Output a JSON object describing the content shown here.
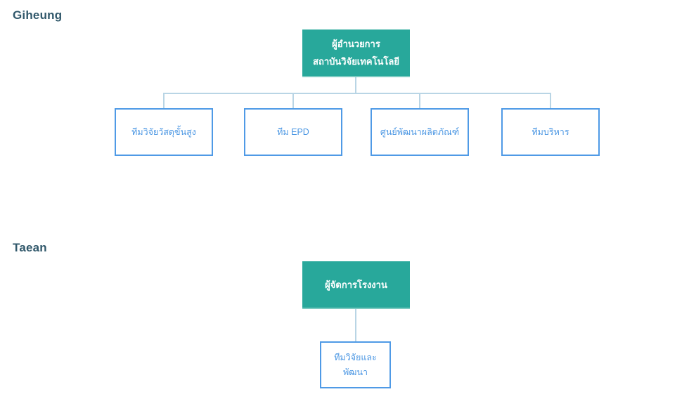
{
  "colors": {
    "teal-fill": "#28a89b",
    "teal-edge": "#7ccac1",
    "node-blue": "#4f9ae6",
    "node-text-blue": "#4a96e3",
    "connector": "#b9d5e5",
    "heading": "#31586b",
    "background": "#ffffff"
  },
  "org": {
    "giheung": {
      "heading": "Giheung",
      "root": {
        "label": "ผู้อำนวยการ\nสถาบันวิจัยเทคโนโลยี"
      },
      "children": [
        {
          "label": "ทีมวิจัยวัสดุขั้นสูง"
        },
        {
          "label": "ทีม EPD"
        },
        {
          "label": "ศูนย์พัฒนาผลิตภัณฑ์"
        },
        {
          "label": "ทีมบริหาร"
        }
      ]
    },
    "taean": {
      "heading": "Taean",
      "root": {
        "label": "ผู้จัดการโรงงาน"
      },
      "children": [
        {
          "label": "ทีมวิจัยและ\nพัฒนา"
        }
      ]
    }
  }
}
